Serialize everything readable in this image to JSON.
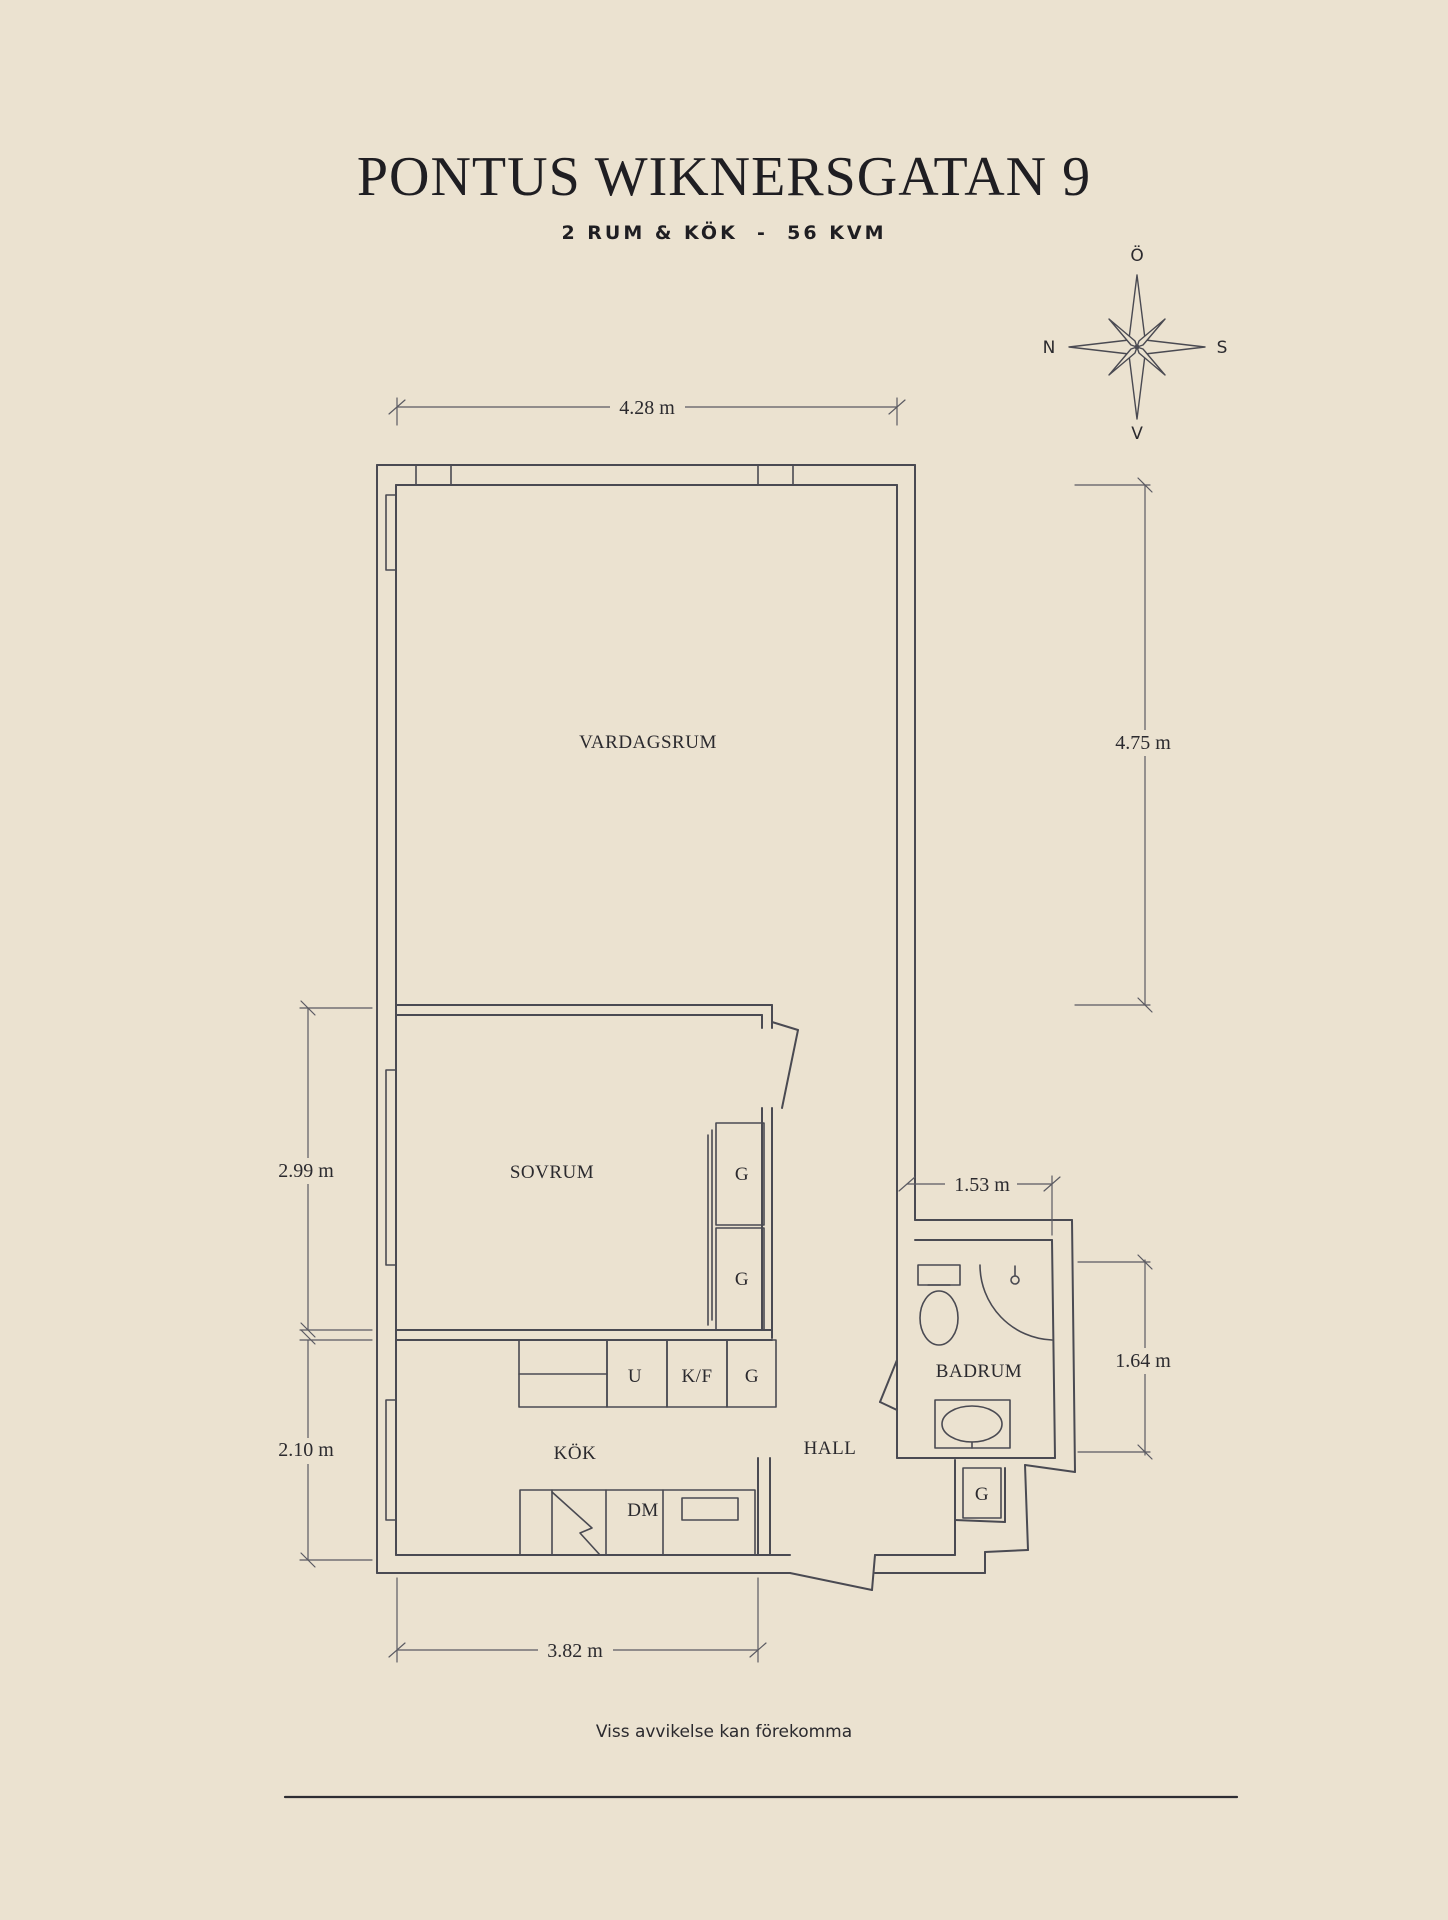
{
  "header": {
    "title": "PONTUS WIKNERSGATAN 9",
    "subtitle": "2 RUM & KÖK  -  56 KVM"
  },
  "compass": {
    "north": "N",
    "south": "S",
    "east": "Ö",
    "west": "V"
  },
  "rooms": {
    "living": "VARDAGSRUM",
    "bedroom": "SOVRUM",
    "kitchen": "KÖK",
    "hall": "HALL",
    "bathroom": "BADRUM"
  },
  "fixtures": {
    "wardrobe_1": "G",
    "wardrobe_2": "G",
    "oven": "U",
    "fridge_freezer": "K/F",
    "kitchen_cabinet": "G",
    "dishwasher": "DM",
    "hall_cabinet": "G"
  },
  "dimensions": {
    "top_width": "4.28 m",
    "living_height": "4.75 m",
    "bedroom_height": "2.99 m",
    "kitchen_height": "2.10 m",
    "bottom_width": "3.82 m",
    "bath_width": "1.53 m",
    "bath_height": "1.64 m"
  },
  "footer": {
    "disclaimer": "Viss avvikelse kan förekomma"
  },
  "colors": {
    "background": "#ebe2d0",
    "ink": "#2b2a2e"
  }
}
